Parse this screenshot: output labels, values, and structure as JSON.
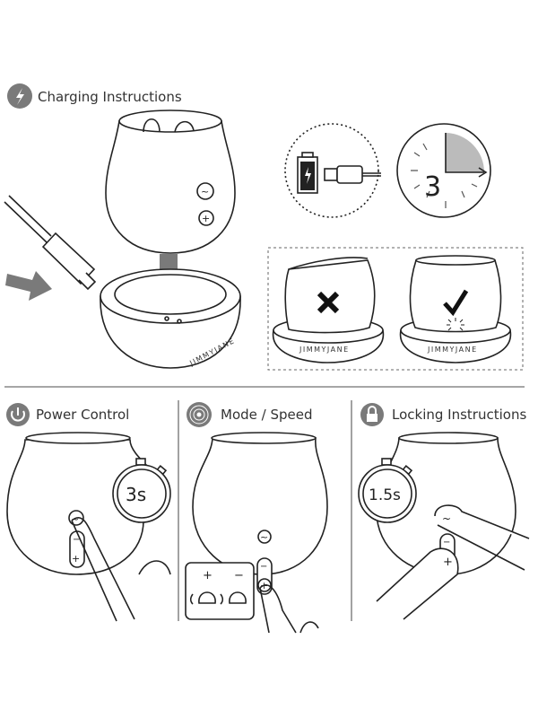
{
  "charging": {
    "title": "Charging Instructions",
    "icon": "lightning-icon",
    "timer_hours": "3",
    "brand_base": "JIMMYJANE",
    "brand_wrong": "JIMMYJANE",
    "brand_right": "JIMMYJANE",
    "wrong_icon": "x-icon",
    "right_icon": "check-icon"
  },
  "power": {
    "title": "Power Control",
    "icon": "power-icon",
    "hold_time": "3s"
  },
  "mode": {
    "title": "Mode / Speed",
    "icon": "vibration-icon",
    "plus": "+",
    "minus": "−"
  },
  "locking": {
    "title": "Locking Instructions",
    "icon": "lock-icon",
    "hold_time": "1.5s"
  },
  "buttons": {
    "mode": "~",
    "plus": "+",
    "minus": "−"
  },
  "colors": {
    "accent_gray": "#7a7a7a",
    "line": "#222222"
  }
}
